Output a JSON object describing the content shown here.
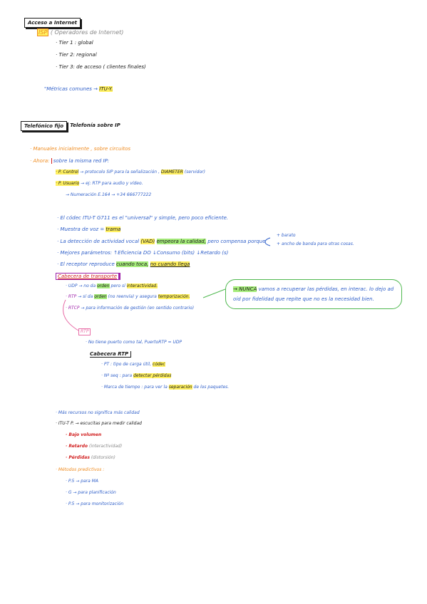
{
  "s1": {
    "title": "Acceso a Internet",
    "isp_label": "ISP",
    "isp_desc": "( Operadores de Internet)",
    "tier1": "· Tier 1 : global",
    "tier2": "· Tier 2: regional",
    "tier3": "· Tier 3: de acceso ( clientes finales)",
    "metricas_a": "\"Métricas comunes →",
    "metricas_b": "ITU-Y."
  },
  "s2": {
    "title": "Telefónico fijo",
    "subtitle": ": Telefonía sobre IP",
    "manuales": "· Manuales inicialmente , sobre circuitos",
    "ahora_a": "· Ahora:",
    "ahora_b": "sobre la misma red IP:",
    "pcontrol_a": "· P. Control",
    "pcontrol_b": "→ protocolo SIP para la señalización ,",
    "pcontrol_c": "DIAMETER",
    "pcontrol_d": "(servidor)",
    "pusuario_a": "· P. Usuario",
    "pusuario_b": "→ ej: RTP para audio y vídeo.",
    "numeracion": "→ Numeración E.164 → +34 666777222",
    "codec": "· El códec ITU-T G711 es el \"universal\" y simple, pero poco eficiente.",
    "muestra_a": "· Muestra de voz =",
    "muestra_b": "trama",
    "vad_a": "· La detección de actividad vocal",
    "vad_b": "(VAD)",
    "vad_c": "empeora la calidad,",
    "vad_d": "pero compensa porque",
    "brace_1": "+ barato",
    "brace_2": "+ ancho de banda para otras cosas.",
    "mejores": "· Mejores parámetros: ↑Eficiencia DO  ↓Consumo (bits)  ↓Retardo (s)",
    "receptor_a": "· El receptor reproduce",
    "receptor_b": "cuando toca,",
    "receptor_c": "no cuando llega",
    "cabecera_transporte": "Cabecera de transporte",
    "udp_a": "· UDP → no da",
    "udp_b": "orden",
    "udp_c": "pero sí",
    "udp_d": "interactividad.",
    "rtp_a": "· RTP",
    "rtp_b": "→ sí da",
    "rtp_c": "orden",
    "rtp_d": "(no reenvía) y asegura",
    "rtp_e": "temporización.",
    "rtcp_a": "· RTCP",
    "rtcp_b": "→ para información de gestión (en sentido contrario)",
    "note_a": "→ NUNCA",
    "note_b": "vamos a recuperar las pérdidas, en interac. lo dejo ad oíd por fidelidad que repite que no es la necesidad bien.",
    "rtp_box": "RTP",
    "nodo": "· No tiene puerto como tal, PuertoRTP = UDP",
    "cabecera_rtp": "Cabecera RTP",
    "pt_a": "· PT : tipo de carga útil,",
    "pt_b": "códec",
    "nseq_a": "· Nº seq : para",
    "nseq_b": "detectar pérdidas",
    "marca_a": "· Marca de tiempo : para ver la",
    "marca_b": "separación",
    "marca_c": "de los paquetes.",
    "mas_recursos": "· Más recursos no significa más calidad",
    "itutp": "· ITU-T P. → escucitas para medir calidad",
    "bajo": "· Bajo volumen",
    "retardo_a": "· Retardo",
    "retardo_b": "(interactividad)",
    "perdidas_a": "· Pérdidas",
    "perdidas_b": "(distorsión)",
    "metodos": "· Métodos predictivos :",
    "p5a": "· P.5 → para MA",
    "g": "· G → para planificación",
    "p5b": "· P.5 → para monitorización"
  }
}
